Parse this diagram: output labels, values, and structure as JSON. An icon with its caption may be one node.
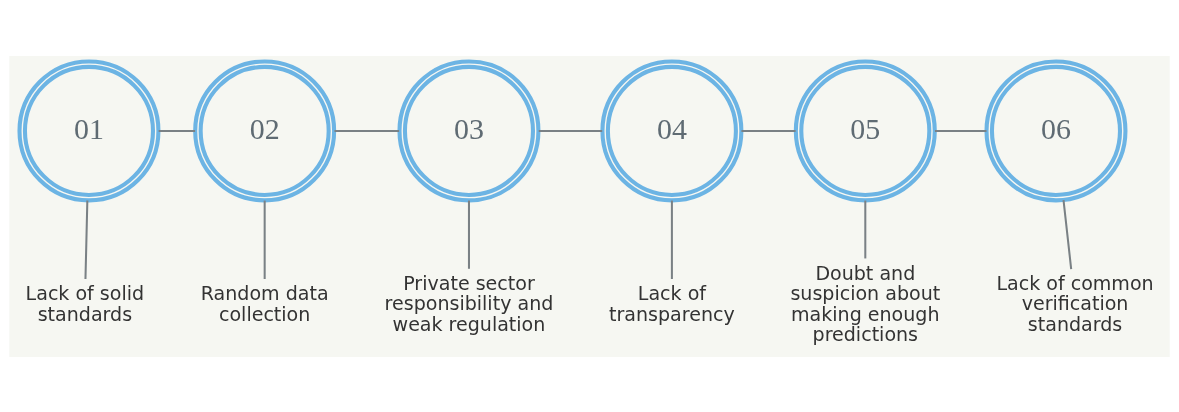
{
  "diagram": {
    "nodes": [
      {
        "text": [
          "01"
        ]
      },
      {
        "text": [
          "02"
        ]
      },
      {
        "text": [
          "03"
        ]
      },
      {
        "text": [
          "04"
        ]
      },
      {
        "text": [
          "05"
        ]
      },
      {
        "text": [
          "06"
        ]
      },
      {
        "text": [
          "Lack of solid standards"
        ]
      },
      {
        "text": [
          "Random data collection"
        ]
      },
      {
        "text": [
          "Private sector responsibility and weak regulation"
        ]
      },
      {
        "text": [
          "Lack of transparency"
        ]
      },
      {
        "text": [
          "Doubt and suspicion about making enough predictions"
        ]
      },
      {
        "text": [
          "Lack of common verification standards"
        ]
      }
    ],
    "edges": [
      {
        "from": 0,
        "to": 1,
        "arrow": "none"
      },
      {
        "from": 1,
        "to": 2,
        "arrow": "none"
      },
      {
        "from": 2,
        "to": 3,
        "arrow": "none"
      },
      {
        "from": 3,
        "to": 4,
        "arrow": "none"
      },
      {
        "from": 4,
        "to": 5,
        "arrow": "none"
      },
      {
        "from": 0,
        "to": 6,
        "arrow": "none"
      },
      {
        "from": 1,
        "to": 7,
        "arrow": "none"
      },
      {
        "from": 2,
        "to": 8,
        "arrow": "none"
      },
      {
        "from": 3,
        "to": 9,
        "arrow": "none"
      },
      {
        "from": 4,
        "to": 10,
        "arrow": "none"
      },
      {
        "from": 5,
        "to": 11,
        "arrow": "none"
      }
    ]
  }
}
